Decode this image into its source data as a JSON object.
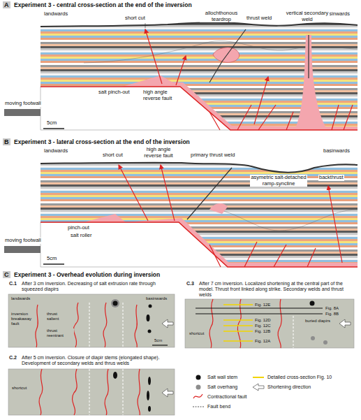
{
  "diagram": {
    "labels": [
      "A",
      "Experiment 3 - central cross-section at the end of the inversion",
      "landwards",
      "basinwards",
      "short cut",
      "allochthonous teardrop",
      "thrust weld",
      "vertical secondary weld",
      "salt pinch-out",
      "high angle reverse fault",
      "moving footwall",
      "5cm",
      "B",
      "Experiment 3 - lateral cross-section at the end of the inversion",
      "landwards",
      "basinwards",
      "short cut",
      "high angle reverse fault",
      "primary thrust weld",
      "asymetric salt-detached ramp-syncline",
      "backthrust",
      "pinch-out",
      "salt roller",
      "moving footwall",
      "5cm",
      "C",
      "Experiment 3 - Overhead evolution during inversion",
      "C.1",
      "After 3 cm inversion. Decreasing of salt extrusion rate through squeezed diapirs",
      "landwards",
      "basinwards",
      "inversion breakaway fault",
      "thrust salient",
      "thrust reentrant",
      "5cm",
      "C.2",
      "After 5 cm inversion. Closure of diapir stems (elongated shape). Development of secondary welds and thrus welds",
      "shortcut",
      "C.3",
      "After 7 cm inversion. Localized shortening at the central part of the model. Thrust front linked along strike. Secondary welds and thrust welds",
      "Fig. 12E",
      "Fig. 8A",
      "Fig. 8B",
      "Fig. 12D",
      "Fig. 12C",
      "Fig. 12B",
      "Fig. 12A",
      "shortcut",
      "buried diapirs"
    ],
    "legend": [
      {
        "text": "Salt wall stem"
      },
      {
        "text": "Detailed cross-section Fig. 10"
      },
      {
        "text": "Salt overhang"
      },
      {
        "text": "Shortening direction"
      },
      {
        "text": "Contractional fault"
      },
      {
        "text": "Fault bend"
      }
    ]
  }
}
